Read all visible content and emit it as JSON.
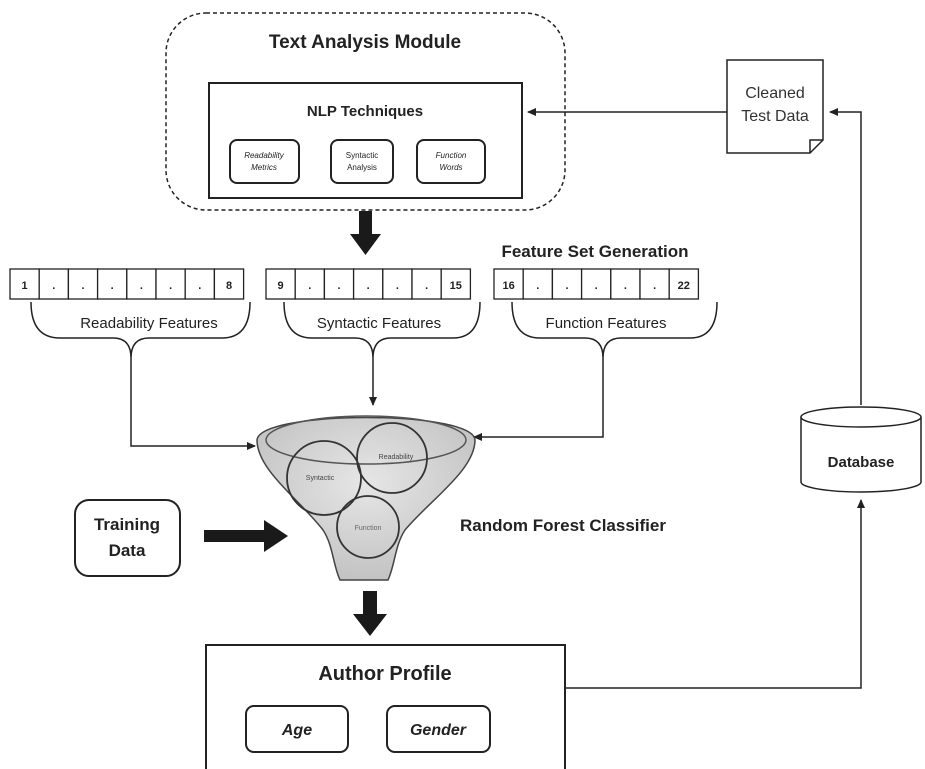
{
  "text_analysis_module": {
    "title": "Text Analysis Module",
    "nlp": {
      "title": "NLP Techniques",
      "items": [
        {
          "line1": "Readability",
          "line2": "Metrics"
        },
        {
          "line1": "Syntactic",
          "line2": "Analysis"
        },
        {
          "line1": "Function",
          "line2": "Words"
        }
      ]
    }
  },
  "cleaned_test_data": {
    "line1": "Cleaned",
    "line2": "Test Data"
  },
  "database": {
    "label": "Database"
  },
  "feature_set": {
    "title": "Feature Set Generation",
    "groups": [
      {
        "cells": [
          "1",
          ".",
          ".",
          ".",
          ".",
          ".",
          ".",
          "8"
        ],
        "label": "Readability Features"
      },
      {
        "cells": [
          "9",
          ".",
          ".",
          ".",
          ".",
          ".",
          "15"
        ],
        "label": "Syntactic Features"
      },
      {
        "cells": [
          "16",
          ".",
          ".",
          ".",
          ".",
          ".",
          "22"
        ],
        "label": "Function Features"
      }
    ]
  },
  "classifier": {
    "label": "Random Forest Classifier",
    "circles": [
      "Syntactic",
      "Readability",
      "Function"
    ]
  },
  "training_data": {
    "line1": "Training",
    "line2": "Data"
  },
  "author_profile": {
    "title": "Author Profile",
    "items": [
      "Age",
      "Gender"
    ]
  }
}
